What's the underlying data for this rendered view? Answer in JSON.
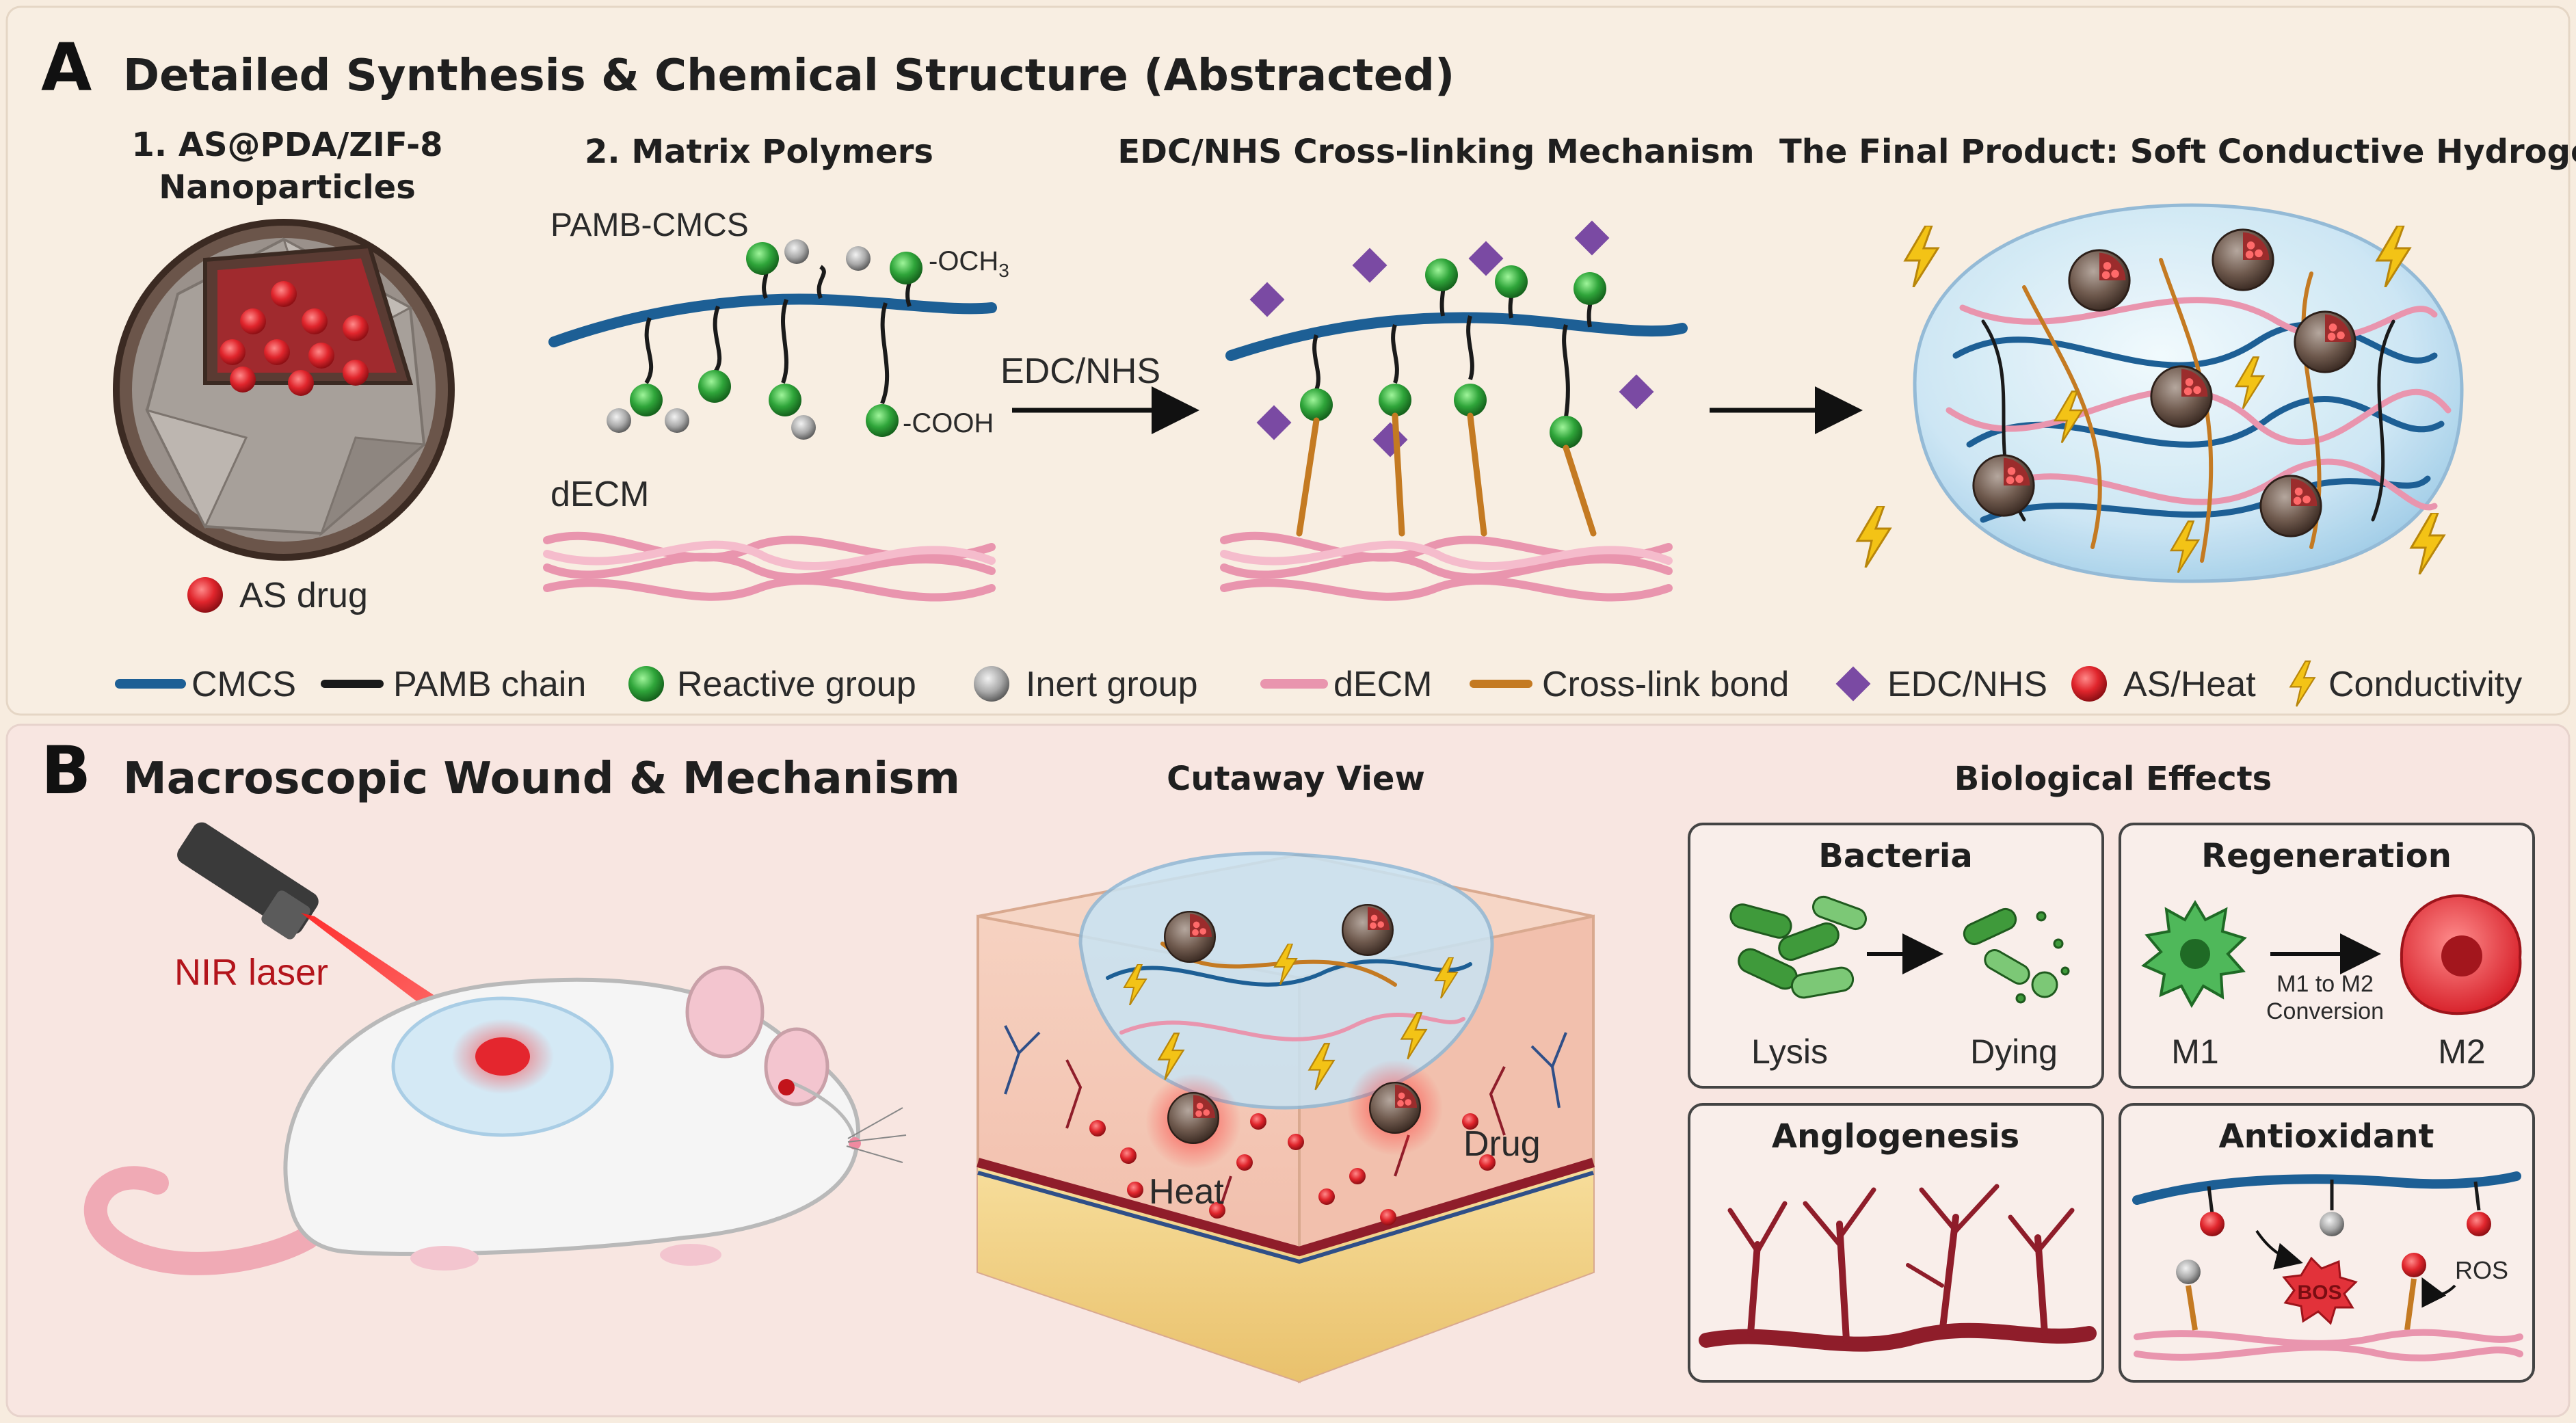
{
  "panel_a": {
    "letter": "A",
    "title": "Detailed Synthesis & Chemical Structure (Abstracted)",
    "step1_title_line1": "1. AS@PDA/ZIF-8",
    "step1_title_line2": "Nanoparticles",
    "step1_drug_label": "AS drug",
    "step2_title": "2. Matrix Polymers",
    "polymer_label": "PAMB-CMCS",
    "och3_label": "-OCH",
    "och3_sub": "3",
    "cooh_label": "-COOH",
    "decm_label": "dECM",
    "reagent_label": "EDC/NHS",
    "mechanism_title": "EDC/NHS Cross-linking Mechanism",
    "product_title": "The Final Product: Soft Conductive Hydrogel",
    "legend": [
      {
        "label": "CMCS",
        "icon": "blue-line",
        "color": "#1d5f95"
      },
      {
        "label": "PAMB chain",
        "icon": "black-line",
        "color": "#1a1a1a"
      },
      {
        "label": "Reactive group",
        "icon": "green-dot",
        "color": "#2fa53a"
      },
      {
        "label": "Inert group",
        "icon": "gray-dot",
        "color": "#a7a7a7"
      },
      {
        "label": "dECM",
        "icon": "pink-line",
        "color": "#e995ae"
      },
      {
        "label": "Cross-link bond",
        "icon": "orange-line",
        "color": "#c47a22"
      },
      {
        "label": "EDC/NHS",
        "icon": "purple-diamond",
        "color": "#7a4aa3"
      },
      {
        "label": "AS/Heat",
        "icon": "red-dot",
        "color": "#d8222b"
      },
      {
        "label": "Conductivity",
        "icon": "lightning-icon",
        "color": "#f3c316"
      }
    ]
  },
  "panel_b": {
    "letter": "B",
    "title": "Macroscopic Wound & Mechanism",
    "laser_label": "NIR laser",
    "cutaway_title": "Cutaway View",
    "heat_label": "Heat",
    "drug_label": "Drug",
    "effects_title": "Biological Effects",
    "bacteria": {
      "title": "Bacteria",
      "left": "Lysis",
      "right": "Dying"
    },
    "regeneration": {
      "title": "Regeneration",
      "left": "M1",
      "right": "M2",
      "conv1": "M1 to M2",
      "conv2": "Conversion"
    },
    "angiogenesis": {
      "title": "Anglogenesis"
    },
    "antioxidant": {
      "title": "Antioxidant",
      "ros1": "BOS",
      "ros2": "ROS"
    }
  }
}
